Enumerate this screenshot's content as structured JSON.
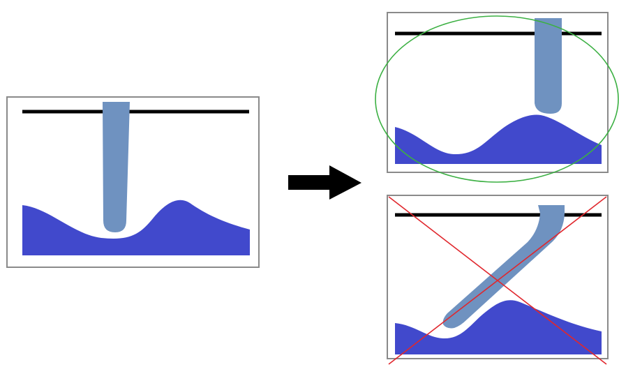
{
  "diagram": {
    "panels": [
      {
        "id": "before",
        "state": "probe-vertical"
      },
      {
        "id": "after-correct",
        "state": "probe-vertical",
        "marker": "circle"
      },
      {
        "id": "after-incorrect",
        "state": "probe-bent",
        "marker": "cross"
      }
    ],
    "colors": {
      "frame": "#8a8a8a",
      "baseline": "#000000",
      "probe": "#6f92c0",
      "surface": "#4149cc",
      "arrow": "#000000",
      "correct_marker": "#3cb043",
      "incorrect_marker": "#e0272d"
    }
  }
}
